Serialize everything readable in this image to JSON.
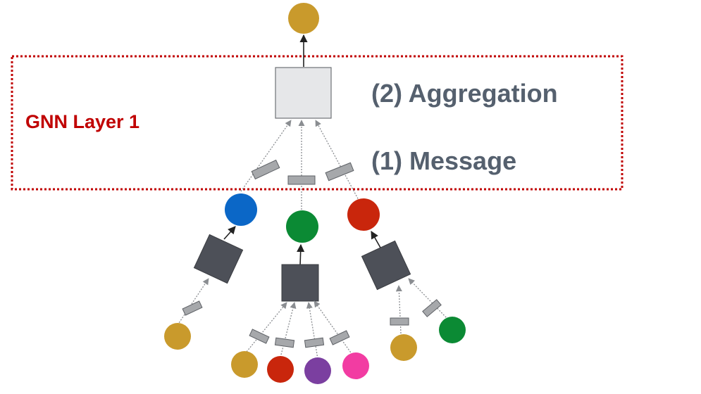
{
  "diagram": {
    "layer_label": "GNN Layer 1",
    "steps": {
      "aggregation": "(2) Aggregation",
      "message": "(1) Message"
    },
    "colors": {
      "frame": "#c00000",
      "aggregator_active": "#e6e7e9",
      "aggregator_lower": "#4d5058",
      "message_box": "#a6a8ab",
      "edge": "#8a8d91",
      "gold": "#c99a2c",
      "blue": "#0b67c7",
      "green": "#0b8a34",
      "red": "#c9260c",
      "purple": "#7b3fa0",
      "pink": "#f23ca2"
    }
  }
}
